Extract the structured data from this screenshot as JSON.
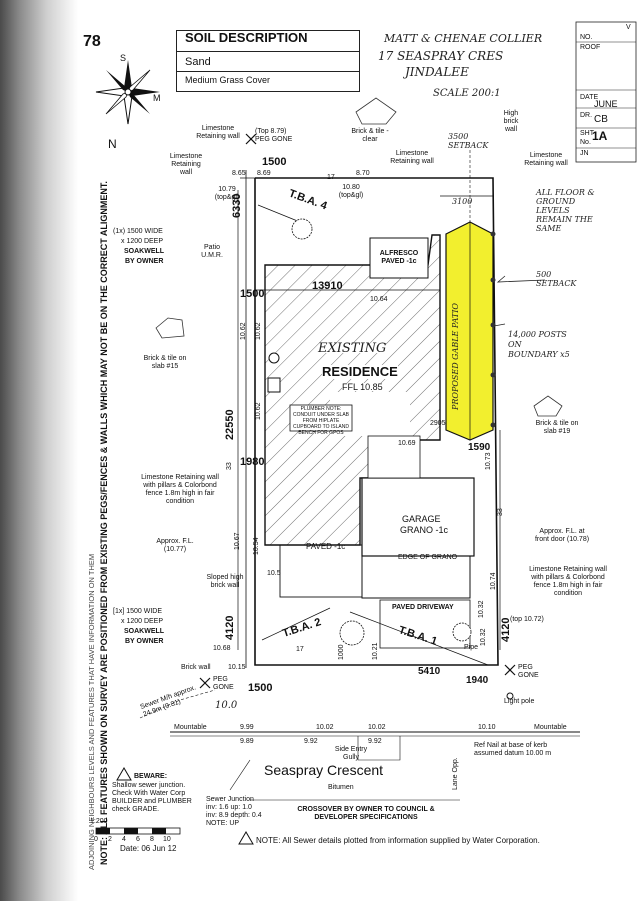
{
  "title_block": {
    "sheet_number": "78",
    "soil": {
      "heading": "SOIL DESCRIPTION",
      "line1": "Sand",
      "line2": "Medium Grass Cover"
    },
    "handwritten_client": [
      "MATT & CHENAE COLLIER",
      "17 SEASPRAY CRES",
      "JINDALEE"
    ],
    "handwritten_scale": "SCALE 200:1",
    "right_col": [
      "V",
      "NO.",
      "ROOF",
      "DATE",
      "JUNE",
      "DR.",
      "CB",
      "SHT",
      "1A",
      "No.",
      "JN"
    ]
  },
  "compass": {
    "s": "S",
    "m": "M",
    "n": "N"
  },
  "site_labels": {
    "peg_gone_top": "(Top 8.79) PEG GONE",
    "limestone_tl": "Limestone Retaining wall",
    "limestone_tl2": "Limestone Retaining wall",
    "brick_tile_clear": "Brick & tile -clear",
    "limestone_top_mid": "Limestone Retaining wall",
    "high_brick_wall": "High brick wall",
    "limestone_tr": "Limestone Retaining wall",
    "dim_1500_top": "1500",
    "lv_865": "8.65",
    "lv_869": "8.69",
    "lv_870": "8.70",
    "lv_1079": "10.79 (top&gl)",
    "lv_1080": "10.80 (top&gl)",
    "tba4": "T.B.A. 4",
    "soakwell_top": [
      "(1x) 1500 WIDE",
      "x 1200 DEEP",
      "SOAKWELL",
      "BY OWNER"
    ],
    "patio_uma": "Patio U.M.R.",
    "dim_6330": "6330",
    "alfresco": "ALFRESCO PAVED -1c",
    "dim_1500_left": "1500",
    "dim_13910": "13910",
    "lv_1064": "10.64",
    "brick_tile_15": "Brick & tile on slab #15",
    "lv_1062a": "10.62",
    "lv_1062b": "10.62",
    "lv_1062c": "10.62",
    "existing": "EXISTING",
    "residence": "RESIDENCE",
    "ffl": "FFL 10.85",
    "plumber_note": "PLUMBER NOTE: CONDUIT UNDER SLAB FROM HIPLATE CUPBOARD TO ISLAND BENCH FOR GPOS",
    "dim_22550": "22550",
    "dim_2905": "2905",
    "lv_1069": "10.69",
    "dim_1980": "1980",
    "dim_33a": "33",
    "dim_1590": "1590",
    "brick_tile_19": "Brick & tile on slab #19",
    "limestone_left_long": "Limestone Retaining wall with pillars & Colorbond fence 1.8m high in fair condition",
    "approx_fl_left": "Approx. F.L. (10.77)",
    "lv_1067": "10.67",
    "lv_1054": "10.54",
    "lv_1073": "10.73",
    "garage": "GARAGE",
    "grano": "GRANO -1c",
    "approx_fl_right": "Approx. F.L. at front door (10.78)",
    "paved": "PAVED -1c",
    "edge_grano": "EDGE OF GRANO",
    "dim_33b": "33",
    "sloped_wall": "Sloped high brick wall",
    "limestone_right_long": "Limestone Retaining wall with pillars & Colorbond fence 1.8m high in fair condition",
    "lv_1074": "10.74",
    "lv_1032": "10.32",
    "top_1072": "(top 10.72)",
    "lv_105": "10.5",
    "paved_driveway": "PAVED DRIVEWAY",
    "soakwell_bot": [
      "[1x] 1500 WIDE",
      "x 1200 DEEP",
      "SOAKWELL",
      "BY OWNER"
    ],
    "dim_4120_left": "4120",
    "dim_4120_right": "4120",
    "tba2": "T.B.A. 2",
    "tba1": "T.B.A. 1",
    "dim_1000": "1000",
    "lv_1021": "10.21",
    "lv_1032b": "10.32",
    "lv_1068": "10.68",
    "dim_17a": "17",
    "dim_17b": "17",
    "pipe": "Pipe",
    "brick_wall_bot": "Brick wall",
    "lv_1015": "10.15",
    "dim_5410": "5410",
    "dim_1940": "1940",
    "peg_gone_bl": "PEG GONE",
    "peg_gone_br": "PEG GONE",
    "dim_1500_bot": "1500",
    "light_pole": "Light pole",
    "sewer_mh": "Sewer M/h approx. 24.9m (9.81)",
    "lv_100": "10.0",
    "mountable_l": "Mountable",
    "mountable_r": "Mountable",
    "lv_999": "9.99",
    "lv_989": "9.89",
    "lv_1002a": "10.02",
    "lv_1002b": "10.02",
    "lv_1010": "10.10",
    "lv_992a": "9.92",
    "lv_992b": "9.92",
    "side_entry": "Side Entry Gully",
    "ref_nail": "Ref Nail at base of kerb assumed datum 10.00 m",
    "lane_opp": "Lane Opp.",
    "street": "Seaspray Crescent",
    "bitumen": "Bitumen",
    "crossover": "CROSSOVER BY OWNER TO COUNCIL & DEVELOPER SPECIFICATIONS",
    "beware": [
      "BEWARE:",
      "Shallow sewer junction.",
      "Check With Water Corp",
      "BUILDER and PLUMBER",
      "check GRADE."
    ],
    "sewer_junction": [
      "Sewer Junction",
      "inv: 1.6 up: 1.0",
      "inv: 8.9 depth: 0.4",
      "NOTE: UP"
    ],
    "scale_ticks": [
      "1:200",
      "4",
      "6",
      "8",
      "10"
    ],
    "scale_zero": "0",
    "scale_2": "2",
    "date": "Date:  06 Jun 12",
    "note_bottom": "NOTE:  All Sewer details plotted from information supplied by Water Corporation.",
    "note_left": "NOTE: ALL FEATURES SHOWN ON SURVEY ARE POSITIONED FROM EXISTING PEGS/FENCES & WALLS WHICH MAY NOT BE ON THE CORRECT ALIGNMENT.",
    "note_left2": "ADJOINING NEIGHBOURS LEVELS AND FEATURES THAT HAVE INFORMATION ON THEM"
  },
  "handwritten_notes": {
    "setback_3500": "3500 SETBACK",
    "dim_3100": "3100",
    "all_floor": "ALL FLOOR & GROUND LEVELS REMAIN THE SAME",
    "setback_500": "500 SETBACK",
    "posts": "14,000 POSTS ON BOUNDARY x5",
    "proposed_patio": "PROPOSED GABLE PATIO"
  },
  "colors": {
    "patio_fill": "#f2ef2e",
    "ink": "#111111",
    "scan_shadow": "#4a4a4a"
  }
}
